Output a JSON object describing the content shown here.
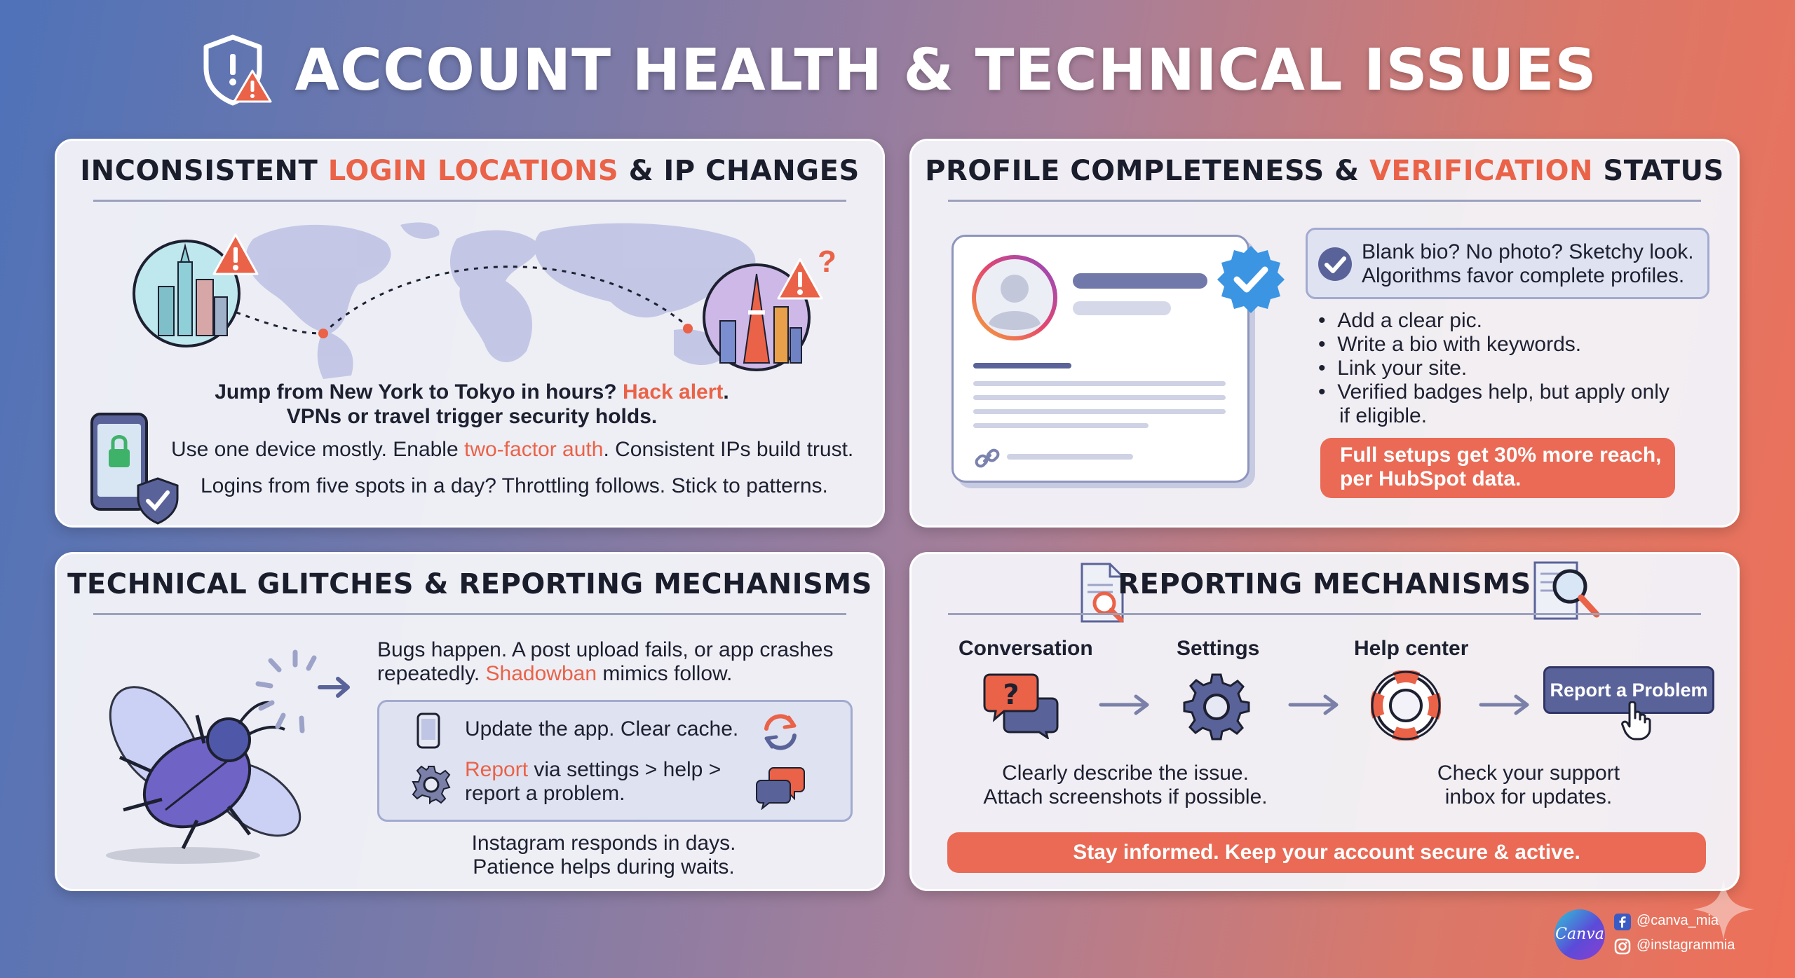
{
  "header": {
    "title": "ACCOUNT HEALTH & TECHNICAL ISSUES"
  },
  "panel_login": {
    "title_pre": "INCONSISTENT ",
    "title_accent": "LOGIN LOCATIONS",
    "title_post": " & IP CHANGES",
    "line1_pre": "Jump from New York to Tokyo in hours? ",
    "line1_accent": "Hack alert",
    "line1_post": ".",
    "line2": "VPNs or travel trigger security holds.",
    "line3_pre": "Use one device mostly. Enable ",
    "line3_accent": "two-factor auth",
    "line3_post": ". Consistent IPs build trust.",
    "line4": "Logins from five spots in a day? Throttling follows. Stick to patterns."
  },
  "panel_profile": {
    "title_pre": "PROFILE COMPLETENESS & ",
    "title_accent": "VERIFICATION",
    "title_post": " STATUS",
    "callout_line1": "Blank bio? No photo? Sketchy look.",
    "callout_line2": "Algorithms favor complete profiles.",
    "bullets": [
      "Add a clear pic.",
      "Write a bio with keywords.",
      "Link your site.",
      "Verified badges help, but apply only"
    ],
    "bullet_cont": "if eligible.",
    "highlight_line1": "Full setups get 30% more reach,",
    "highlight_line2": "per HubSpot data."
  },
  "panel_glitches": {
    "title": "TECHNICAL GLITCHES & REPORTING MECHANISMS",
    "intro_line1": "Bugs happen. A post upload fails, or app crashes",
    "intro_pre": "repeatedly. ",
    "intro_accent": "Shadowban",
    "intro_post": " mimics follow.",
    "step1": "Update the app. Clear cache.",
    "step2_accent": "Report",
    "step2_post": " via settings > help >",
    "step2_line2": "report a problem.",
    "footer_line1": "Instagram responds in days.",
    "footer_line2": "Patience helps during waits."
  },
  "panel_reporting": {
    "title": "REPORTING MECHANISMS",
    "steps": [
      "Conversation",
      "Settings",
      "Help center"
    ],
    "button_label": "Report a Problem",
    "desc1_line1": "Clearly describe the issue.",
    "desc1_line2": "Attach screenshots if possible.",
    "desc2_line1": "Check your support",
    "desc2_line2": "inbox for updates.",
    "banner": "Stay informed. Keep your account secure & active."
  },
  "footer": {
    "logo_text": "Canva",
    "facebook_handle": "@canva_mia",
    "instagram_handle": "@instagrammia"
  },
  "colors": {
    "accent": "#ea6247",
    "navy": "#5a6399",
    "title_text": "#1a1d2b"
  },
  "icons": [
    "shield-warning-icon",
    "warning-icon",
    "phone-lock-icon",
    "verified-badge-icon",
    "checkmark-icon",
    "bug-icon",
    "loading-icon",
    "phone-icon",
    "refresh-icon",
    "gear-icon",
    "chat-icon",
    "document-search-icon",
    "question-chat-icon",
    "lifebuoy-icon",
    "arrow-right-icon",
    "cursor-hand-icon",
    "link-icon",
    "facebook-icon",
    "instagram-icon",
    "sparkle-icon"
  ]
}
